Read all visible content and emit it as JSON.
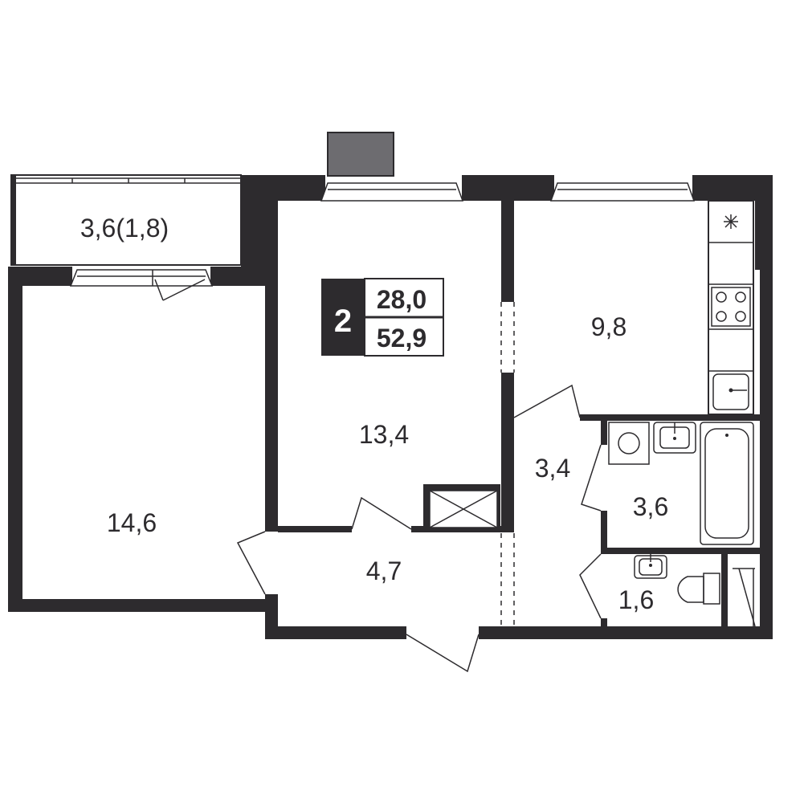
{
  "colors": {
    "wall": "#2d2b2e",
    "ac_unit": "#6d6c70",
    "background": "#ffffff"
  },
  "badge": {
    "rooms": "2",
    "living_area": "28,0",
    "total_area": "52,9"
  },
  "rooms": {
    "balcony": "3,6(1,8)",
    "bedroom": "14,6",
    "living_room": "13,4",
    "kitchen": "9,8",
    "hallway": "4,7",
    "corridor": "3,4",
    "bathroom": "3,6",
    "toilet": "1,6"
  },
  "icons": [
    "ac-unit-icon",
    "ventilation-icon",
    "stove-icon",
    "kitchen-sink-icon",
    "washing-machine-icon",
    "bathroom-sink-icon",
    "bathtub-icon",
    "toilet-icon",
    "wardrobe-icon"
  ]
}
